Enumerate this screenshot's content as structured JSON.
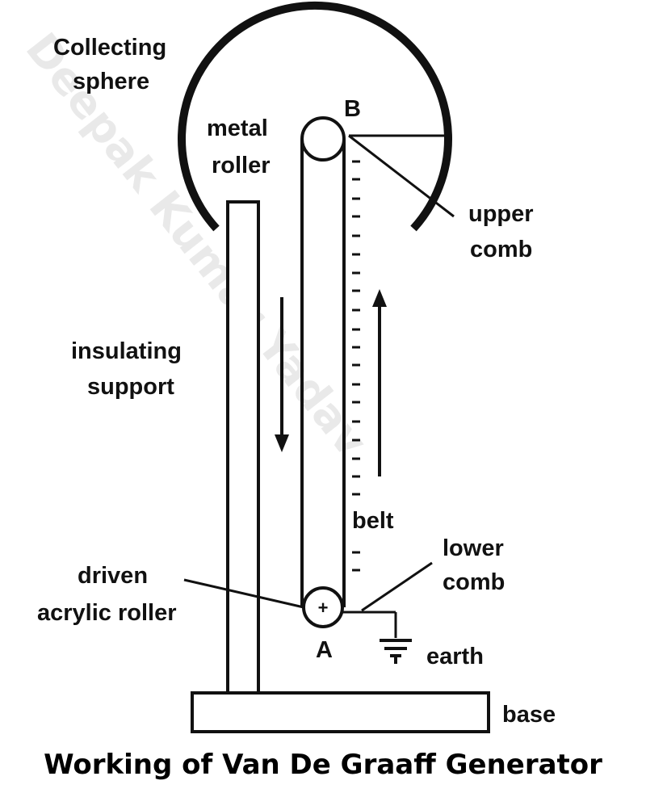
{
  "diagram": {
    "labels": {
      "collecting": "Collecting",
      "sphere": "sphere",
      "metal": "metal",
      "roller": "roller",
      "b": "B",
      "upper": "upper",
      "comb": "comb",
      "insulating": "insulating",
      "support": "support",
      "belt": "belt",
      "lower": "lower",
      "lower_comb": "comb",
      "driven": "driven",
      "acrylic_roller": "acrylic roller",
      "a": "A",
      "plus": "+",
      "earth": "earth",
      "base": "base"
    },
    "caption": "Working of Van De Graaff Generator",
    "watermark": "Deepak Kumar Yadav"
  }
}
